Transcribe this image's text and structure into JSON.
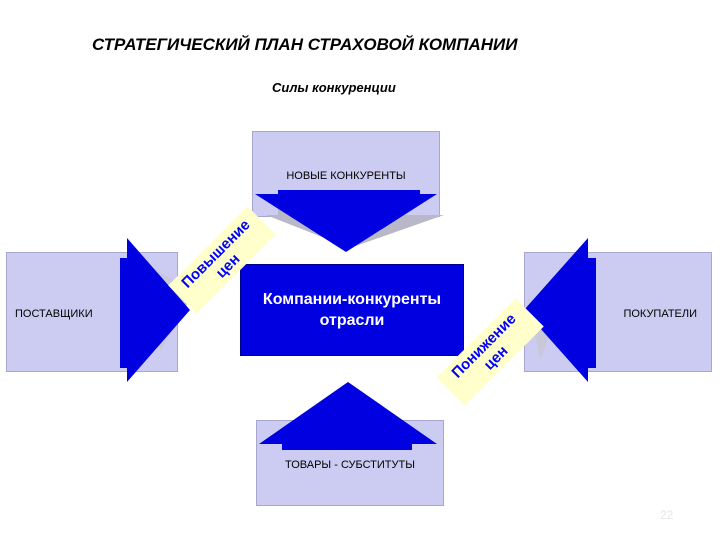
{
  "title": "СТРАТЕГИЧЕСКИЙ ПЛАН СТРАХОВОЙ КОМПАНИИ",
  "subtitle": "Силы конкуренции",
  "center": {
    "line1": "Компании-конкуренты",
    "line2": "отрасли"
  },
  "boxes": {
    "new_competitors": "НОВЫЕ КОНКУРЕНТЫ",
    "suppliers": "ПОСТАВЩИКИ",
    "buyers": "ПОКУПАТЕЛИ",
    "substitutes": "ТОВАРЫ  - СУБСТИТУТЫ"
  },
  "tags": {
    "price_increase": {
      "line1": "Повышение",
      "line2": "цен"
    },
    "price_decrease": {
      "line1": "Понижение",
      "line2": "цен"
    }
  },
  "page_number": "22",
  "colors": {
    "box_fill": "#ccccf2",
    "center_fill": "#0000e0",
    "arrow_fill": "#0000e0",
    "tag_fill": "#ffffcc",
    "tag_text": "#0000ff"
  }
}
